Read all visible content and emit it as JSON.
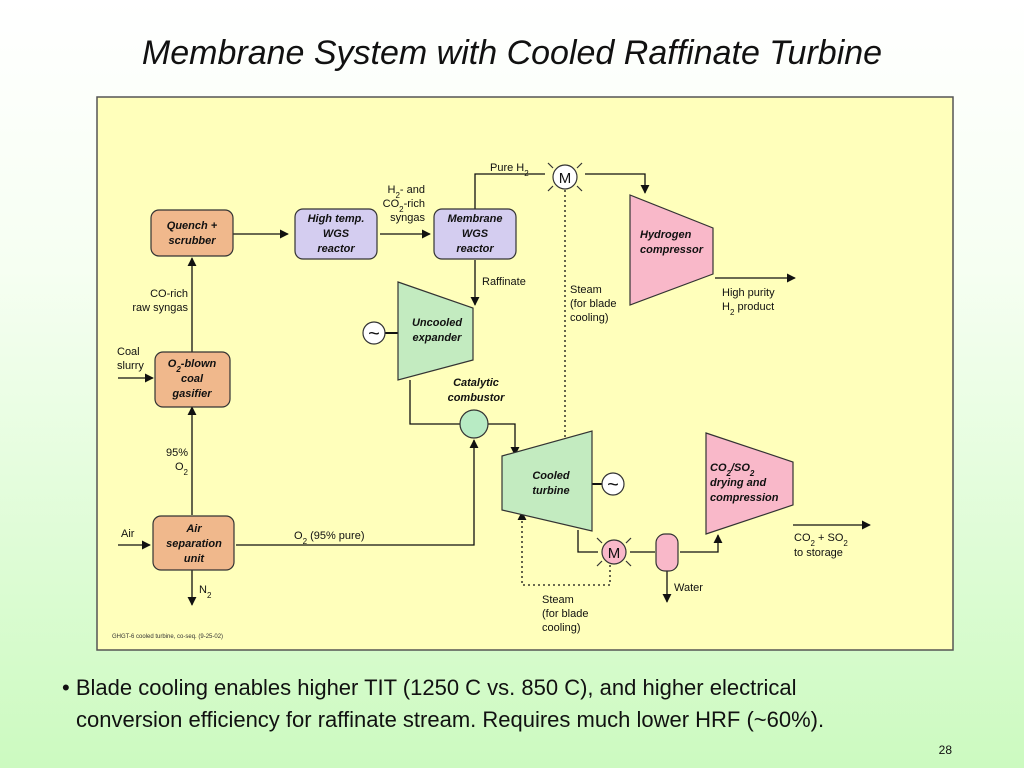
{
  "slide": {
    "title": "Membrane System with Cooled Raffinate Turbine",
    "bullet_line1": "Blade cooling enables higher TIT (1250 C vs. 850 C), and higher electrical",
    "bullet_line2": "conversion efficiency for raffinate stream.  Requires much lower HRF (~60%).",
    "bullet_marker": "•",
    "page_number": "28"
  },
  "diagram": {
    "footnote": "GHGT-6 cooled turbine, co-seq. (9-25-02)",
    "colors": {
      "panel": "#ffffbb",
      "orange_block": "#f0b88c",
      "purple_block": "#d4cdf0",
      "green_machine": "#c3ebc0",
      "pink_machine": "#f9b8c9",
      "combustor": "#b8ebc4",
      "separator": "#f9b8c9"
    },
    "blocks": {
      "quench": [
        "Quench +",
        "scrubber"
      ],
      "wgs": [
        "High temp.",
        "WGS",
        "reactor"
      ],
      "membrane": [
        "Membrane",
        "WGS",
        "reactor"
      ],
      "gasifier": [
        "O",
        "2",
        "-blown",
        "coal",
        "gasifier"
      ],
      "asu": [
        "Air",
        "separation",
        "unit"
      ],
      "expander": [
        "Uncooled",
        "expander"
      ],
      "combustor": [
        "Catalytic",
        "combustor"
      ],
      "turbine": [
        "Cooled",
        "turbine"
      ],
      "h2_compressor": [
        "Hydrogen",
        "compressor"
      ],
      "co2_compressor": [
        "CO",
        "2",
        "/SO",
        "2",
        "drying and",
        "compression"
      ]
    },
    "labels": {
      "pure_h2": [
        "Pure H",
        "2"
      ],
      "h2_co2_syngas": [
        "H",
        "2",
        "- and",
        "CO",
        "2",
        "-rich",
        "syngas"
      ],
      "raffinate": "Raffinate",
      "steam_upper": [
        "Steam",
        "(for blade",
        "cooling)"
      ],
      "steam_lower": [
        "Steam",
        "(for blade",
        "cooling)"
      ],
      "high_purity": [
        "High purity",
        "H",
        "2",
        " product"
      ],
      "co_rich": [
        "CO-rich",
        "raw syngas"
      ],
      "coal_slurry": [
        "Coal",
        "slurry"
      ],
      "o2_95": [
        "95%",
        "O",
        "2"
      ],
      "air": "Air",
      "o2_pure": [
        "O",
        "2",
        " (95% pure)"
      ],
      "n2": [
        "N",
        "2"
      ],
      "water": "Water",
      "co2_storage": [
        "CO",
        "2",
        " + SO",
        "2",
        "to storage"
      ],
      "generator_symbol": "~",
      "hx_symbol": "M"
    }
  }
}
